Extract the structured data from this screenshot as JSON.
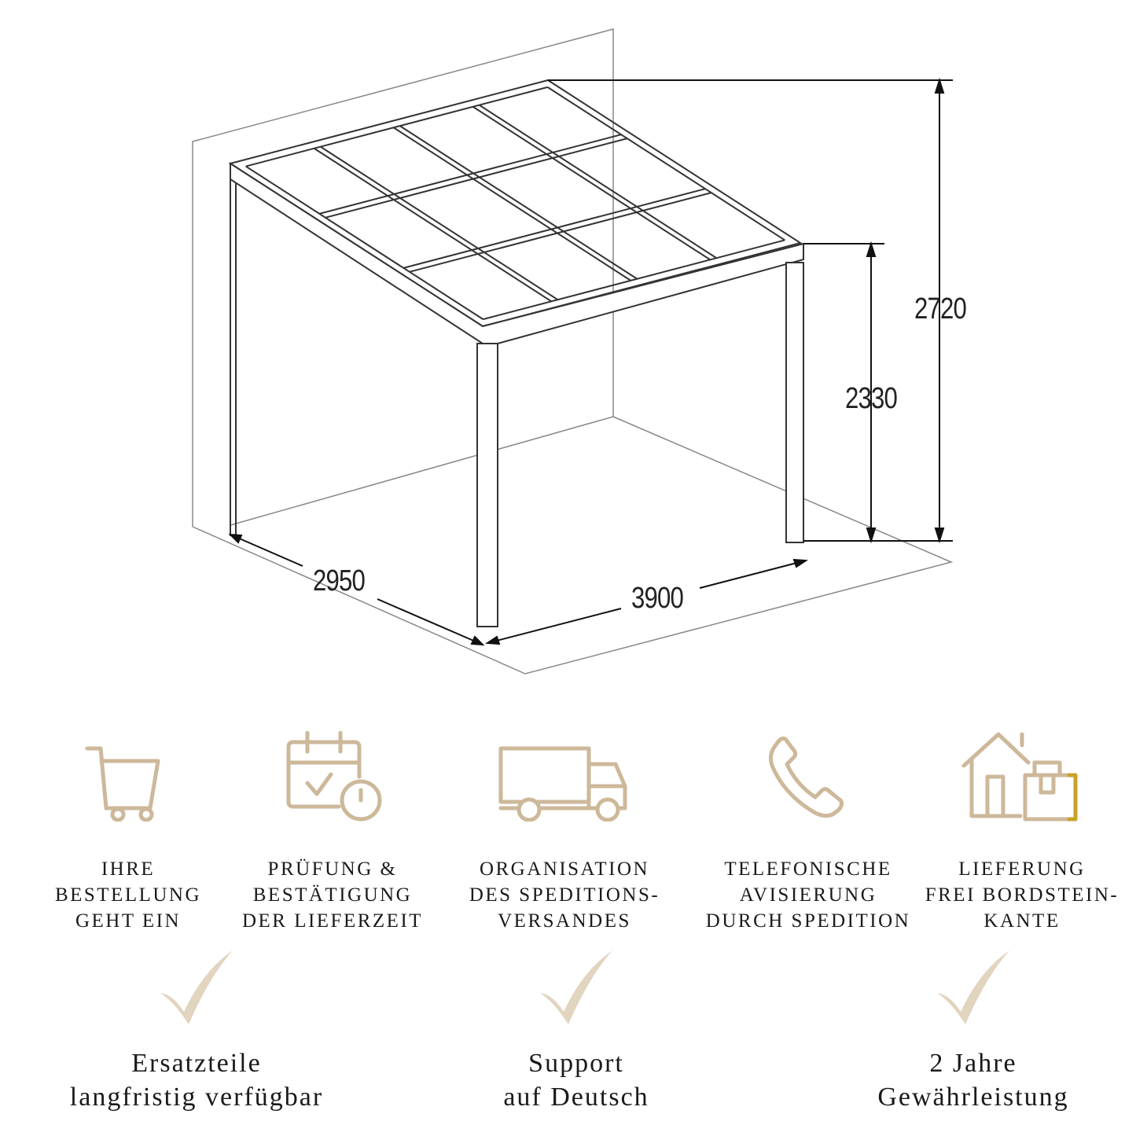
{
  "dimensions": {
    "total_height": "2720",
    "front_height": "2330",
    "depth": "2950",
    "width": "3900"
  },
  "colors": {
    "icon": "#cdb89a",
    "check": "#e2d5bf",
    "accent": "#c9a227",
    "line": "#333333"
  },
  "steps": [
    {
      "icon": "shopping-cart-icon",
      "lines": [
        "IHRE",
        "BESTELLUNG",
        "GEHT EIN"
      ]
    },
    {
      "icon": "calendar-check-clock-icon",
      "lines": [
        "PRÜFUNG &",
        "BESTÄTIGUNG",
        "DER LIEFERZEIT"
      ]
    },
    {
      "icon": "truck-icon",
      "lines": [
        "ORGANISATION",
        "DES SPEDITIONS-",
        "VERSANDES"
      ]
    },
    {
      "icon": "phone-icon",
      "lines": [
        "TELEFONISCHE",
        "AVISIERUNG",
        "DURCH SPEDITION"
      ]
    },
    {
      "icon": "house-package-icon",
      "lines": [
        "LIEFERUNG",
        "FREI BORDSTEIN-",
        "KANTE"
      ]
    }
  ],
  "features": [
    {
      "icon": "checkmark-icon",
      "lines": [
        "Ersatzteile",
        "langfristig verfügbar"
      ]
    },
    {
      "icon": "checkmark-icon",
      "lines": [
        "Support",
        "auf Deutsch"
      ]
    },
    {
      "icon": "checkmark-icon",
      "lines": [
        "2 Jahre",
        "Gewährleistung"
      ]
    }
  ]
}
